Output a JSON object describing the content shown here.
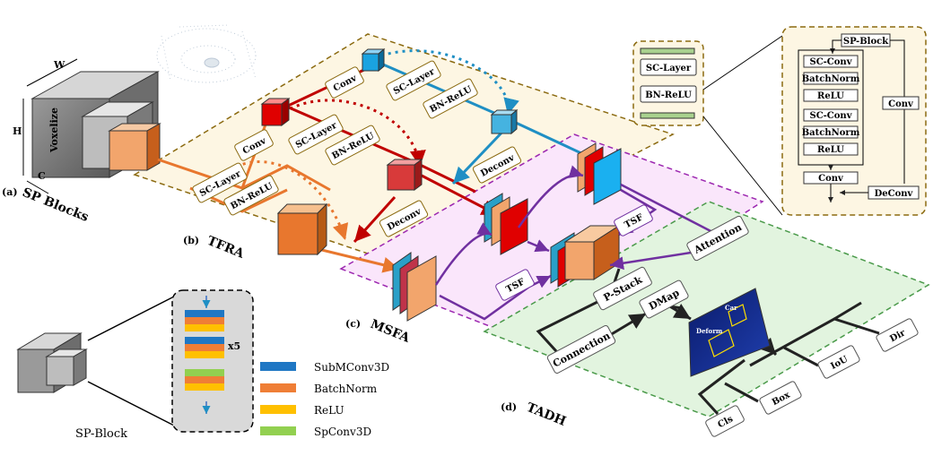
{
  "sections": {
    "a_letter": "(a)",
    "a_name": "SP Blocks",
    "b_letter": "(b)",
    "b_name": "TFRA",
    "c_letter": "(c)",
    "c_name": "MSFA",
    "d_letter": "(d)",
    "d_name": "TADH"
  },
  "sp_blocks": {
    "dim_w": "W",
    "dim_h": "H",
    "dim_c": "C",
    "voxelize": "Voxelize"
  },
  "tfra": {
    "sc_layer": "SC-Layer",
    "bn_relu": "BN-ReLU",
    "conv": "Conv",
    "deconv": "Deconv"
  },
  "msfa": {
    "tsf": "TSF",
    "attention": "Attention"
  },
  "tadh": {
    "connection": "Connection",
    "p_stack": "P-Stack",
    "dmap": "DMap",
    "deform": "Deform",
    "car": "Car",
    "outputs": [
      "Cls",
      "Box",
      "IoU",
      "Dir"
    ]
  },
  "sp_block_panel": {
    "caption": "SP-Block",
    "repeat": "x5"
  },
  "legend": [
    {
      "label": "SubMConv3D",
      "color": "#1f77c4"
    },
    {
      "label": "BatchNorm",
      "color": "#ef7e36"
    },
    {
      "label": "ReLU",
      "color": "#ffc000"
    },
    {
      "label": "SpConv3D",
      "color": "#92d050"
    }
  ],
  "layer_detail": {
    "small_sc_layer": "SC-Layer",
    "small_bn_relu": "BN-ReLU",
    "sp_block": "SP-Block",
    "stack": [
      "SC-Conv",
      "BatchNorm",
      "ReLU",
      "SC-Conv",
      "BatchNorm",
      "ReLU"
    ],
    "conv": "Conv",
    "side_conv": "Conv",
    "deconv": "DeConv"
  },
  "colors": {
    "orange": "#e8772e",
    "red": "#c00000",
    "blue": "#1f8fc4",
    "purple": "#7030a0",
    "tan_bg": "#fdf6e3",
    "tan_border": "#8b6a10",
    "pink_bg": "#fae6fb",
    "green_bg": "#e2f4df"
  }
}
